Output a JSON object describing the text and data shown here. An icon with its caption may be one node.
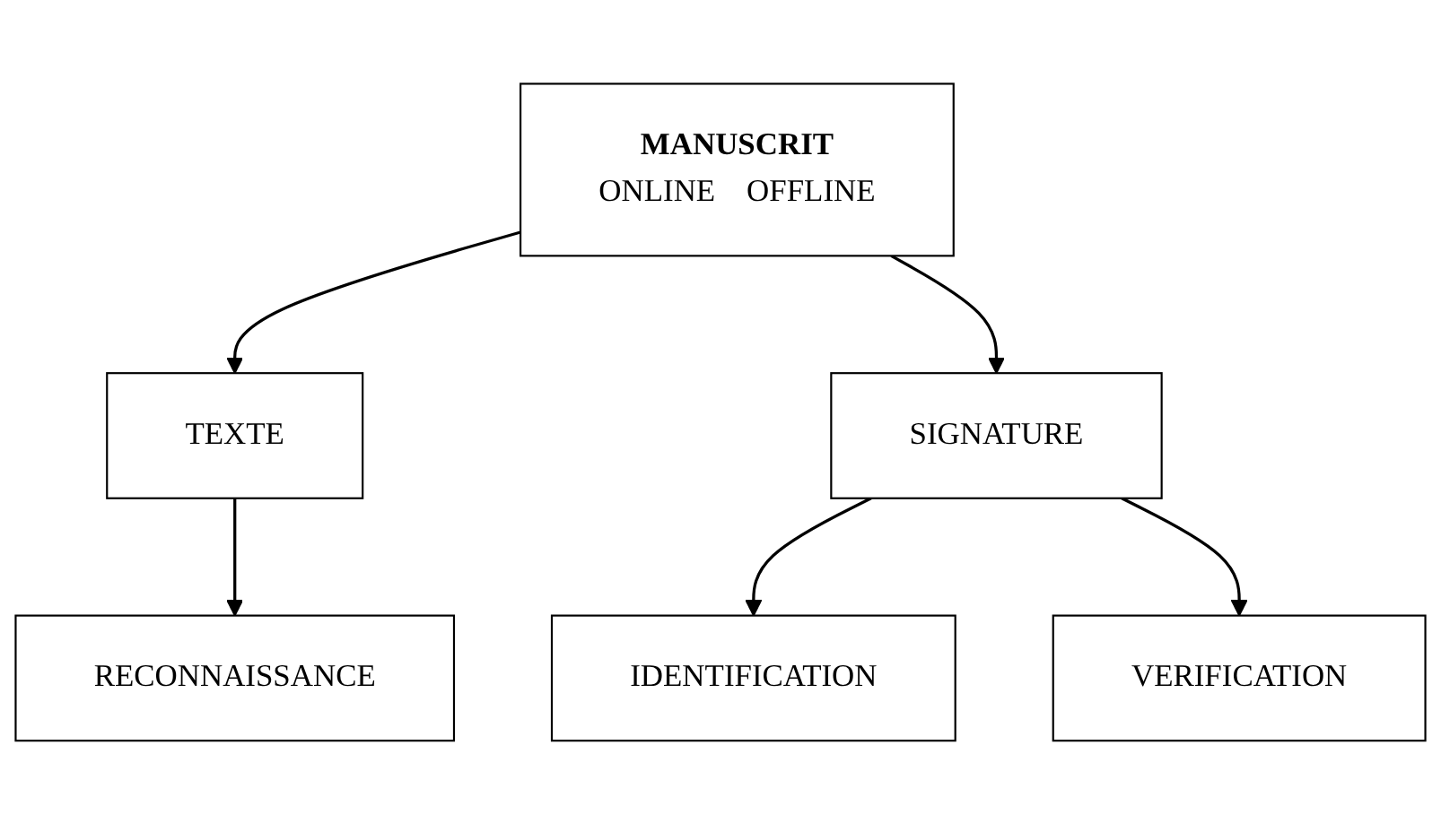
{
  "diagram": {
    "nodes": [
      {
        "text": [
          "MANUSCRIT",
          "ONLINE",
          "OFFLINE"
        ]
      },
      {
        "text": [
          "TEXTE"
        ]
      },
      {
        "text": [
          "SIGNATURE"
        ]
      },
      {
        "text": [
          "RECONNAISSANCE"
        ]
      },
      {
        "text": [
          "IDENTIFICATION"
        ]
      },
      {
        "text": [
          "VERIFICATION"
        ]
      }
    ],
    "edges": [
      {
        "from": 0,
        "to": 1,
        "arrow": "to"
      },
      {
        "from": 0,
        "to": 2,
        "arrow": "to"
      },
      {
        "from": 1,
        "to": 3,
        "arrow": "to"
      },
      {
        "from": 2,
        "to": 4,
        "arrow": "to"
      },
      {
        "from": 2,
        "to": 5,
        "arrow": "to"
      }
    ]
  }
}
